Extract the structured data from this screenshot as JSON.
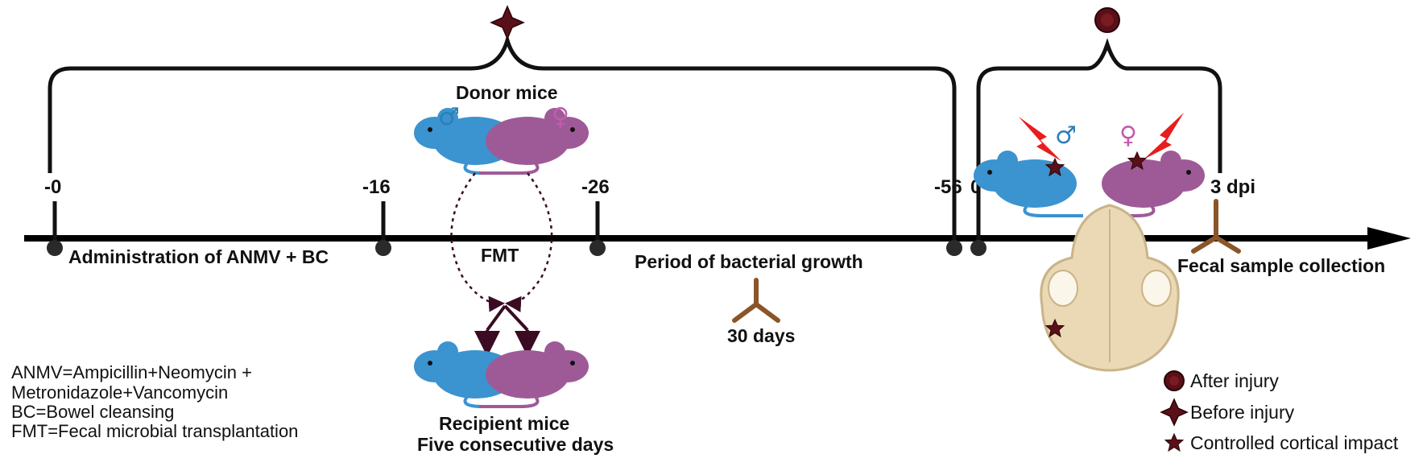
{
  "timeline": {
    "ticks": [
      "-0",
      "-16",
      "-26",
      "-56",
      "0",
      "3 dpi"
    ],
    "period_labels": {
      "administration": "Administration of ANMV + BC",
      "fmt": "FMT",
      "bacterial_growth": "Period of bacterial growth",
      "duration": "30 days",
      "fecal_collection": "Fecal sample collection"
    }
  },
  "mice": {
    "donor": "Donor mice",
    "recipient": "Recipient mice",
    "recipient_sub": "Five consecutive days",
    "male_symbol": "♂",
    "female_symbol": "♀"
  },
  "abbreviations": [
    "ANMV=Ampicillin+Neomycin +",
    "Metronidazole+Vancomycin",
    "BC=Bowel cleansing",
    "FMT=Fecal microbial transplantation"
  ],
  "legend": {
    "after": "After injury",
    "before": "Before injury",
    "cci": "Controlled cortical impact"
  },
  "colors": {
    "male_mouse": "#3b93d0",
    "female_mouse": "#9e5a97",
    "marker": "#5a1018",
    "skull": "#ead9b4",
    "fecal_marker": "#8a5528"
  }
}
